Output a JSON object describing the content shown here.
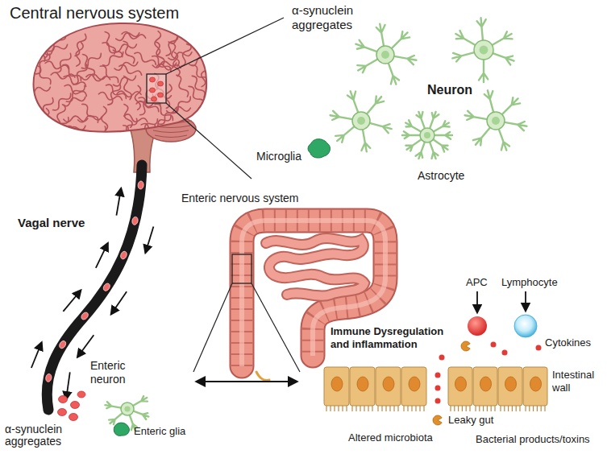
{
  "diagram": {
    "labels": [
      "Central nervous system",
      "α-synuclein aggregates",
      "Neuron",
      "Microglia",
      "Astrocyte",
      "Vagal nerve",
      "Enteric nervous system",
      "Enteric neuron",
      "Immune Dysregulation and inflammation",
      "APC",
      "Lymphocyte",
      "Cytokines",
      "Intestinal wall",
      "Leaky gut",
      "α-synuclein aggregates",
      "Enteric glia",
      "Altered microbiota",
      "Bacterial products/toxins"
    ]
  }
}
